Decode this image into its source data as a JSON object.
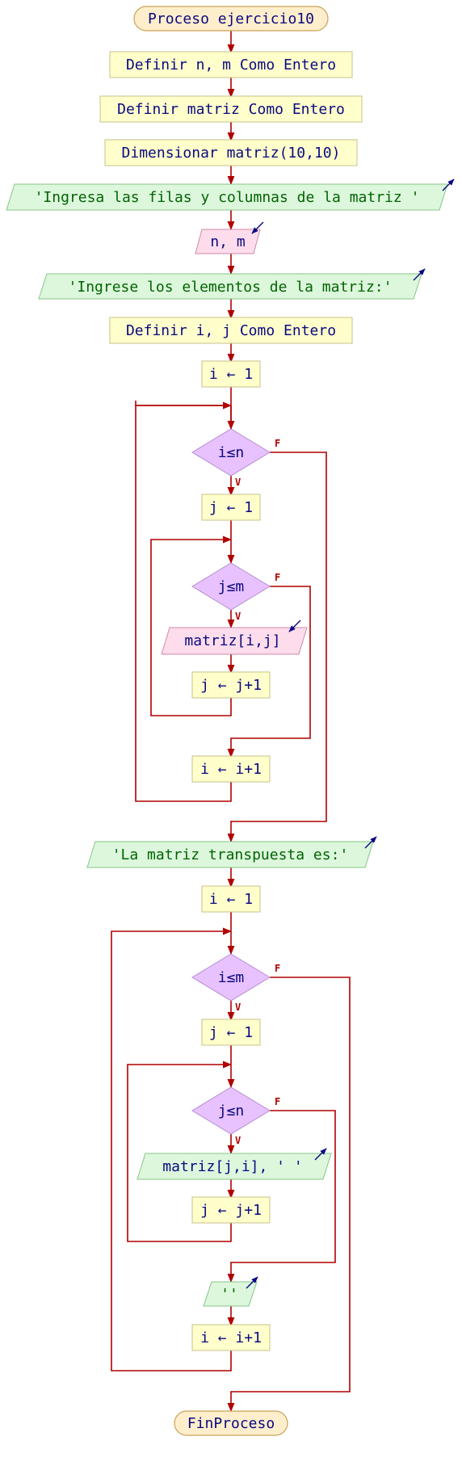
{
  "start": "Proceso ejercicio10",
  "end": "FinProceso",
  "steps": {
    "def_nm": "Definir n, m Como Entero",
    "def_matriz": "Definir matriz Como Entero",
    "dim": "Dimensionar matriz(10,10)",
    "out1": "'Ingresa las filas y columnas de la matriz '",
    "in1": "n, m",
    "out2": "'Ingrese los elementos de la matriz:'",
    "def_ij": "Definir i, j Como Entero",
    "i1": "i ← 1",
    "cond_in": "i≤n",
    "j1": "j ← 1",
    "cond_jm": "j≤m",
    "in2": "matriz[i,j]",
    "jinc1": "j ← j+1",
    "iinc1": "i ← i+1",
    "out3": "'La matriz transpuesta es:'",
    "i2": "i ← 1",
    "cond_im": "i≤m",
    "j2": "j ← 1",
    "cond_jn": "j≤n",
    "out4": "matriz[j,i], ' '",
    "jinc2": "j ← j+1",
    "out5": "''",
    "iinc2": "i ← i+1"
  },
  "labels": {
    "true": "V",
    "false": "F"
  },
  "colors": {
    "line": "#b00000",
    "process": "#ffffcc",
    "input": "#fddcec",
    "output": "#ddf7dd",
    "decision": "#e8c2ff",
    "terminal": "#ffeecc"
  }
}
